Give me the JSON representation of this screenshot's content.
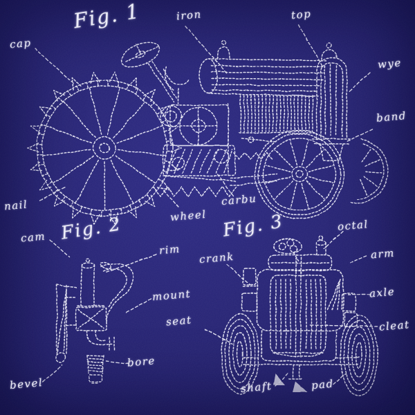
{
  "style": {
    "felt_color": "#242174",
    "stitch_color": "#e9e9f5"
  },
  "fig1": {
    "caption": "Fig. 1",
    "labels": [
      {
        "text": "cap"
      },
      {
        "text": "iron"
      },
      {
        "text": "top"
      },
      {
        "text": "wye"
      },
      {
        "text": "band"
      },
      {
        "text": "nail"
      },
      {
        "text": "wheel"
      },
      {
        "text": "carbu"
      }
    ]
  },
  "fig2": {
    "caption": "Fig. 2",
    "labels": [
      {
        "text": "cam"
      },
      {
        "text": "rim"
      },
      {
        "text": "mount"
      },
      {
        "text": "bore"
      },
      {
        "text": "bevel"
      }
    ]
  },
  "fig3": {
    "caption": "Fig. 3",
    "labels": [
      {
        "text": "crank"
      },
      {
        "text": "seat"
      },
      {
        "text": "octal"
      },
      {
        "text": "arm"
      },
      {
        "text": "axle"
      },
      {
        "text": "cleat"
      },
      {
        "text": "shaft"
      },
      {
        "text": "pad"
      }
    ]
  }
}
